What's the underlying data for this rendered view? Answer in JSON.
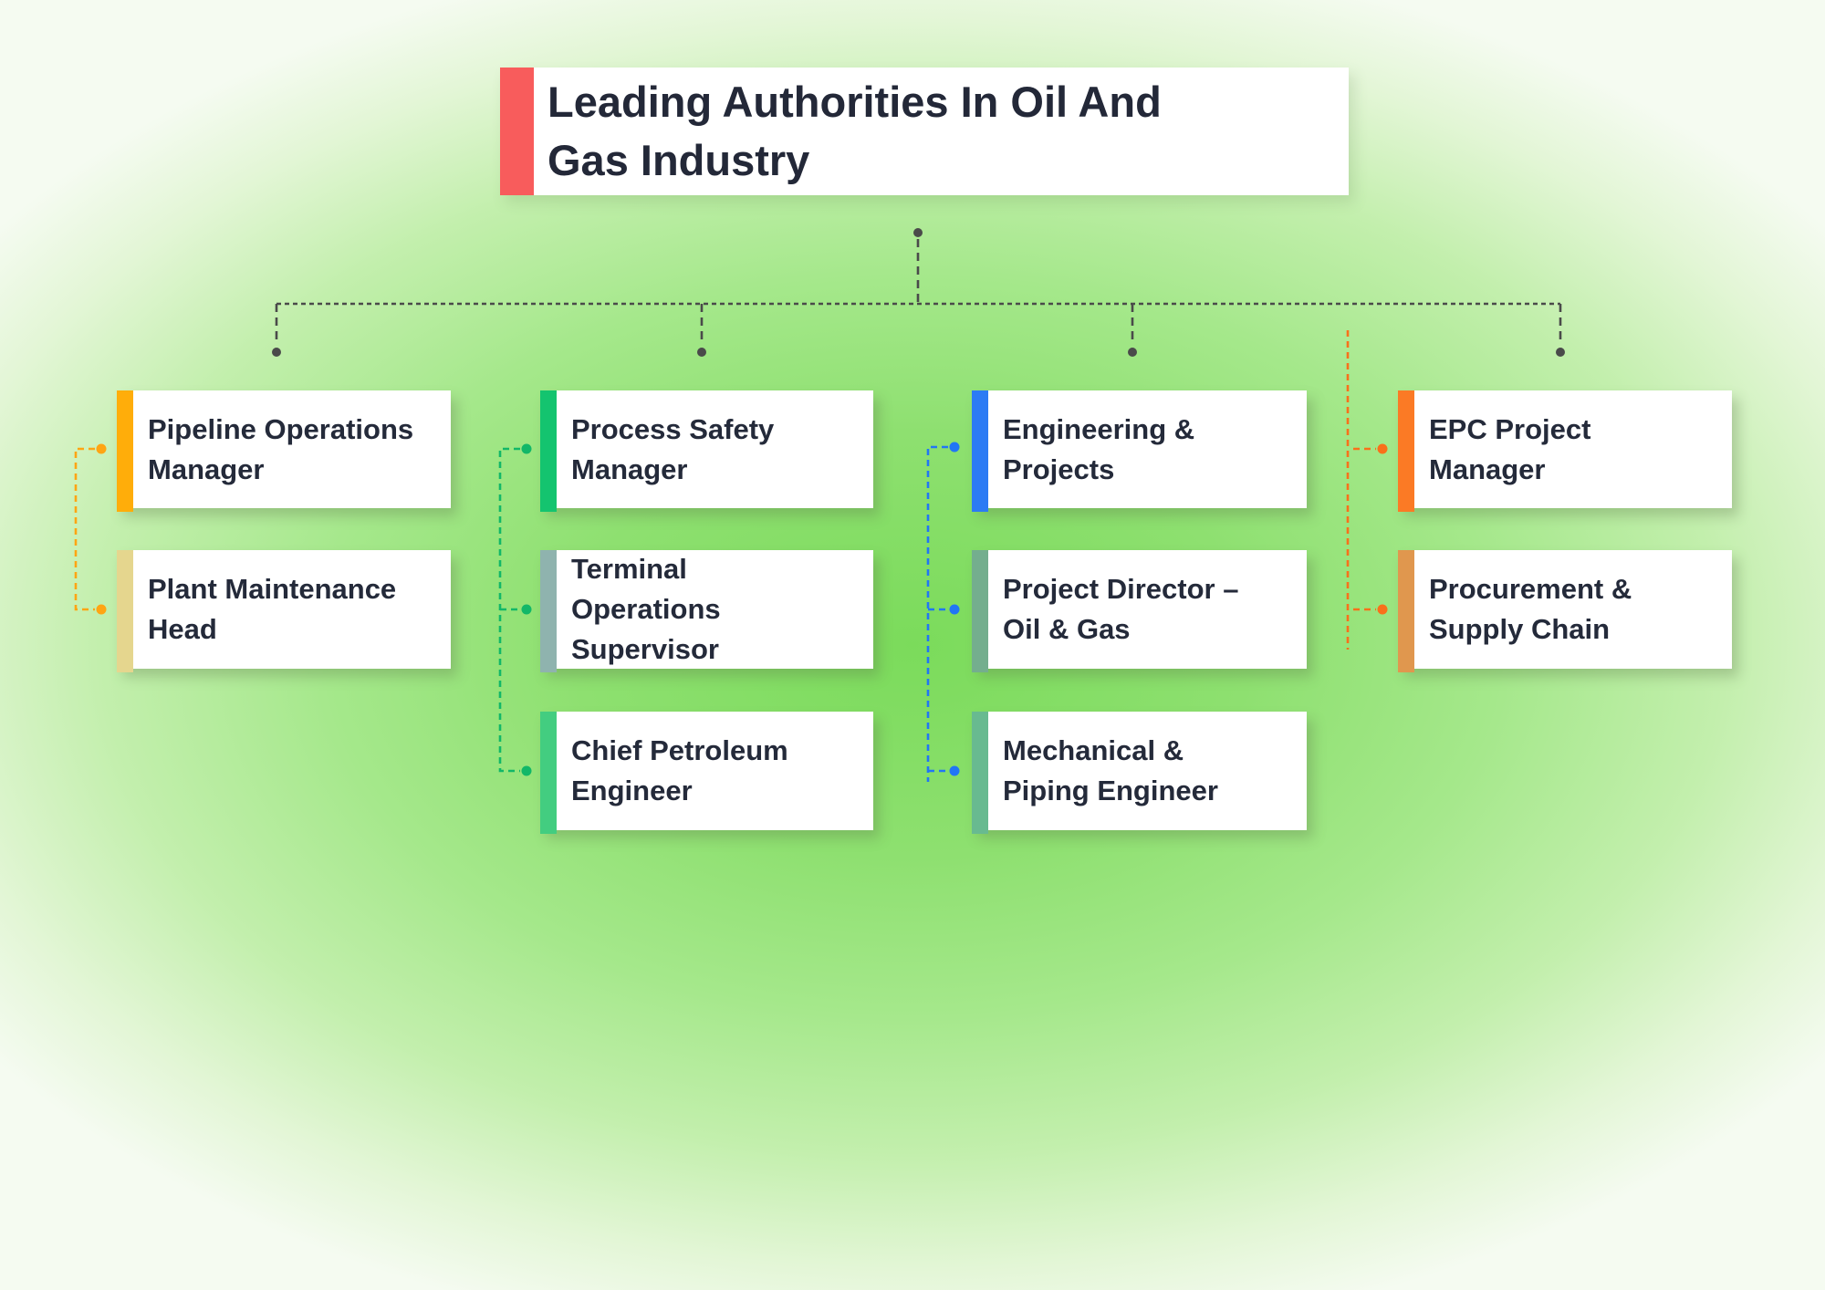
{
  "title": {
    "text": "Leading Authorities In Oil And\nGas Industry",
    "accent_color": "#F85C5C"
  },
  "colors": {
    "text": "#242A3A",
    "tree_line": "#4A4A4A",
    "background_center": "#7BDB5B",
    "background_edge": "#F5FBF1",
    "card_background": "#FFFFFF"
  },
  "columns": [
    {
      "connector_color": "#FFA513",
      "boxes": [
        {
          "label": "Pipeline Operations\nManager",
          "accent_color": "#FFAD0A"
        },
        {
          "label": "Plant Maintenance\nHead",
          "accent_color": "#E5D68E"
        }
      ]
    },
    {
      "connector_color": "#12B768",
      "boxes": [
        {
          "label": "Process Safety\nManager",
          "accent_color": "#14C46F"
        },
        {
          "label": "Terminal\nOperations\nSupervisor",
          "accent_color": "#8FB3AE"
        },
        {
          "label": "Chief Petroleum\nEngineer",
          "accent_color": "#43CD80"
        }
      ]
    },
    {
      "connector_color": "#2176F5",
      "boxes": [
        {
          "label": "Engineering &\nProjects",
          "accent_color": "#2C7BF4"
        },
        {
          "label": "Project Director –\nOil & Gas",
          "accent_color": "#74AE8E"
        },
        {
          "label": "Mechanical &\nPiping Engineer",
          "accent_color": "#68BA90"
        }
      ]
    },
    {
      "connector_color": "#F9701A",
      "boxes": [
        {
          "label": "EPC Project\nManager",
          "accent_color": "#FB7A25"
        },
        {
          "label": "Procurement &\nSupply Chain",
          "accent_color": "#E0974E"
        }
      ]
    }
  ]
}
